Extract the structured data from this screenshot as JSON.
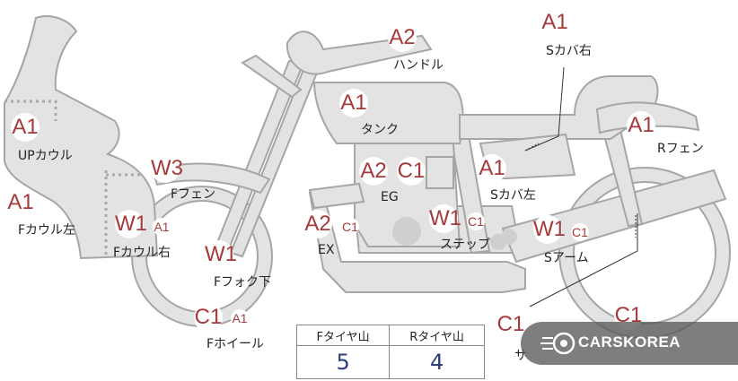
{
  "labels": {
    "handle": "ハンドル",
    "s_cover_r": "Sカバ右",
    "tank": "タンク",
    "r_fender": "Rフェン",
    "up_cowl": "UPカウル",
    "f_fender": "Fフェン",
    "eg": "EG",
    "s_cover_l": "Sカバ左",
    "f_cowl_l": "Fカウル左",
    "f_cowl_r": "Fカウル右",
    "ex": "EX",
    "step": "ステップ",
    "s_arm": "Sアーム",
    "f_fork": "Fフォク下",
    "f_wheel": "Fホイール",
    "sa_partial": "サ"
  },
  "grades": {
    "handle": "A2",
    "s_cover_r": "A1",
    "tank": "A1",
    "r_fender": "A1",
    "up_cowl": "A1",
    "f_fender": "W3",
    "eg_1": "A2",
    "eg_2": "C1",
    "s_cover_l": "A1",
    "f_cowl_l": "A1",
    "f_cowl_r_1": "W1",
    "f_cowl_r_2": "A1",
    "ex_1": "A2",
    "ex_2": "C1",
    "step_1": "W1",
    "step_2": "C1",
    "s_arm_1": "W1",
    "s_arm_2": "C1",
    "f_fork": "W1",
    "f_wheel_1": "C1",
    "f_wheel_2": "A1",
    "bottom_1": "C1",
    "bottom_2": "C1"
  },
  "tire_table": {
    "front_header": "Fタイヤ山",
    "rear_header": "Rタイヤ山",
    "front_value": "5",
    "rear_value": "4"
  },
  "brand": {
    "name": "CARSKOREA"
  },
  "colors": {
    "grade": "#a63a3a",
    "part_fill": "#e3e3e3",
    "part_stroke": "#a6a6a6",
    "tire_value": "#2d3e7a"
  }
}
